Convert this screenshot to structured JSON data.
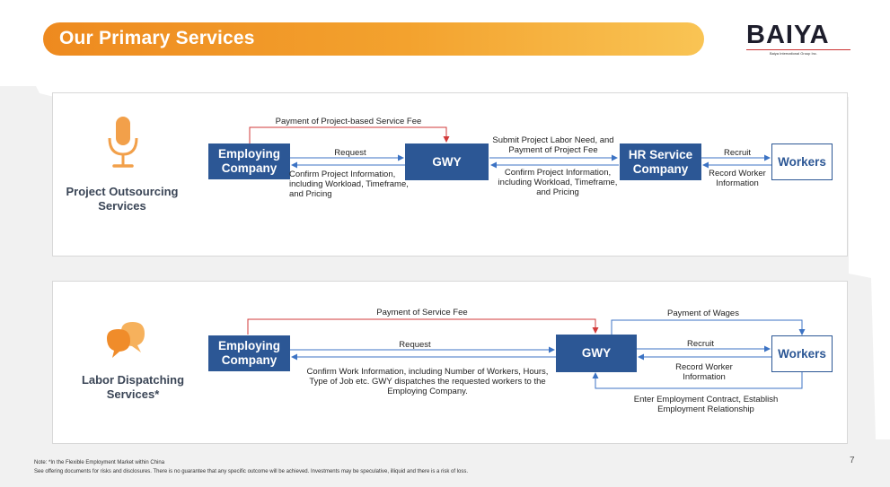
{
  "header": {
    "title": "Our Primary Services"
  },
  "logo": {
    "text": "BAIYA",
    "subtitle": "Baiya International Group Inc."
  },
  "project": {
    "service_label_line1": "Project Outsourcing",
    "service_label_line2": "Services",
    "employing_line1": "Employing",
    "employing_line2": "Company",
    "gwy": "GWY",
    "hr_line1": "HR Service",
    "hr_line2": "Company",
    "workers": "Workers",
    "fee_label": "Payment of Project-based Service Fee",
    "request_label": "Request",
    "confirm_left_line1": "Confirm Project Information,",
    "confirm_left_line2": "including Workload, Timeframe,",
    "confirm_left_line3": "and Pricing",
    "submit_line1": "Submit Project Labor Need, and",
    "submit_line2": "Payment of Project Fee",
    "confirm_right_line1": "Confirm Project Information,",
    "confirm_right_line2": "including Workload, Timeframe,",
    "confirm_right_line3": "and Pricing",
    "recruit_label": "Recruit",
    "record_line1": "Record Worker",
    "record_line2": "Information"
  },
  "labor": {
    "service_label_line1": "Labor Dispatching",
    "service_label_line2": "Services*",
    "employing_line1": "Employing",
    "employing_line2": "Company",
    "gwy": "GWY",
    "workers": "Workers",
    "fee_label": "Payment of Service Fee",
    "request_label": "Request",
    "confirm_line1": "Confirm Work Information, including Number of Workers, Hours,",
    "confirm_line2": "Type of Job etc. GWY dispatches the requested workers to the",
    "confirm_line3": "Employing Company.",
    "wages_label": "Payment of Wages",
    "recruit_label": "Recruit",
    "record_line1": "Record Worker",
    "record_line2": "Information",
    "contract_line1": "Enter Employment Contract, Establish",
    "contract_line2": "Employment Relationship"
  },
  "footer": {
    "note1": "Note: *In the Flexible Employment Market within China",
    "note2": "See offering documents for risks and disclosures. There is no guarantee that any specific outcome will be achieved. Investments may be speculative, illiquid and there is a risk of loss.",
    "page_number": "7"
  },
  "colors": {
    "accent": "#f09030",
    "box_blue": "#2c5795",
    "fee_red": "#d23a3a",
    "arrow_blue": "#3c73c4",
    "icon_orange": "#f2a04a"
  }
}
